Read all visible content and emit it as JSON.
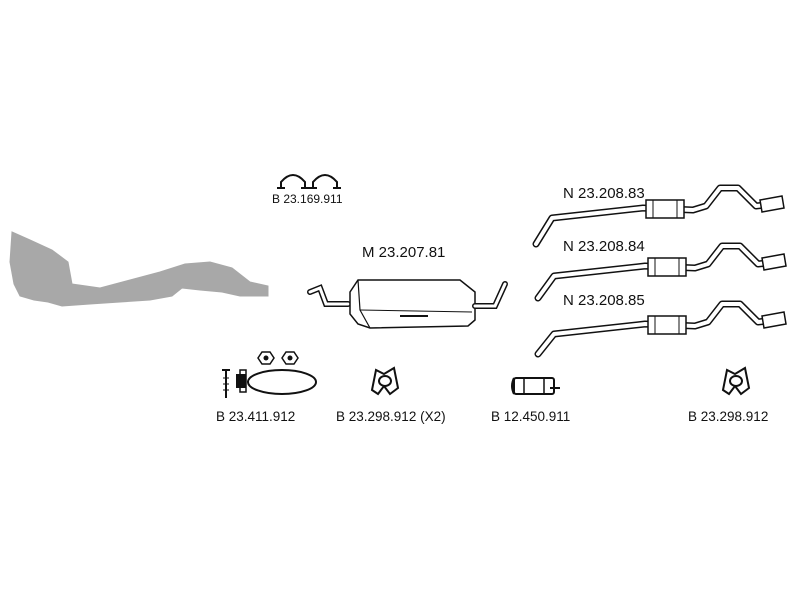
{
  "parts": {
    "clamp_pair": {
      "code": "B 23.169.911"
    },
    "center_muffler": {
      "code": "M 23.207.81"
    },
    "tail_pipe_1": {
      "code": "N 23.208.83"
    },
    "tail_pipe_2": {
      "code": "N 23.208.84"
    },
    "tail_pipe_3": {
      "code": "N 23.208.85"
    },
    "mounting_kit": {
      "code": "B 23.411.912"
    },
    "rubber_mount_x2": {
      "code": "B 23.298.912 (X2)"
    },
    "pipe_connector": {
      "code": "B 12.450.911"
    },
    "rubber_mount": {
      "code": "B 23.298.912"
    }
  },
  "colors": {
    "line": "#111111",
    "ghost_part": "#a8a8a8",
    "fill": "#ffffff"
  }
}
